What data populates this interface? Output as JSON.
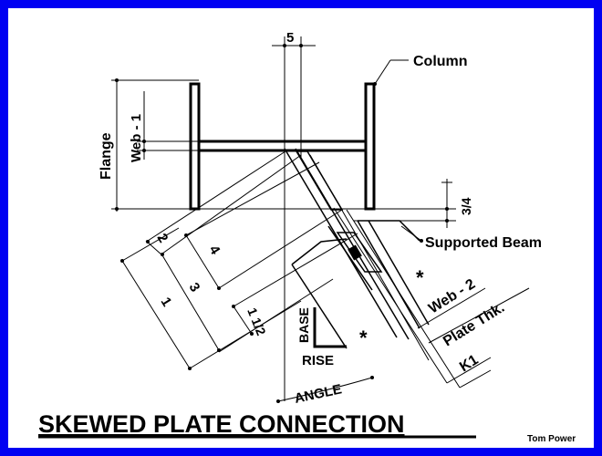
{
  "diagram": {
    "title": "SKEWED PLATE CONNECTION",
    "author": "Tom Power",
    "labels": {
      "column": "Column",
      "supported_beam": "Supported Beam",
      "flange": "Flange",
      "web1": "Web - 1",
      "web2": "Web - 2",
      "plate_thk": "Plate Thk.",
      "k1": "K1",
      "dim_5": "5",
      "dim_3_4": "3/4",
      "dim_2": "2",
      "dim_4": "4",
      "dim_3": "3",
      "dim_1": "1",
      "dim_1_1_2": "1 1/2",
      "base": "BASE",
      "rise": "RISE",
      "angle": "ANGLE",
      "star": "*"
    },
    "colors": {
      "border": "#0000f2",
      "background": "#ffffff",
      "ink": "#000000"
    }
  }
}
